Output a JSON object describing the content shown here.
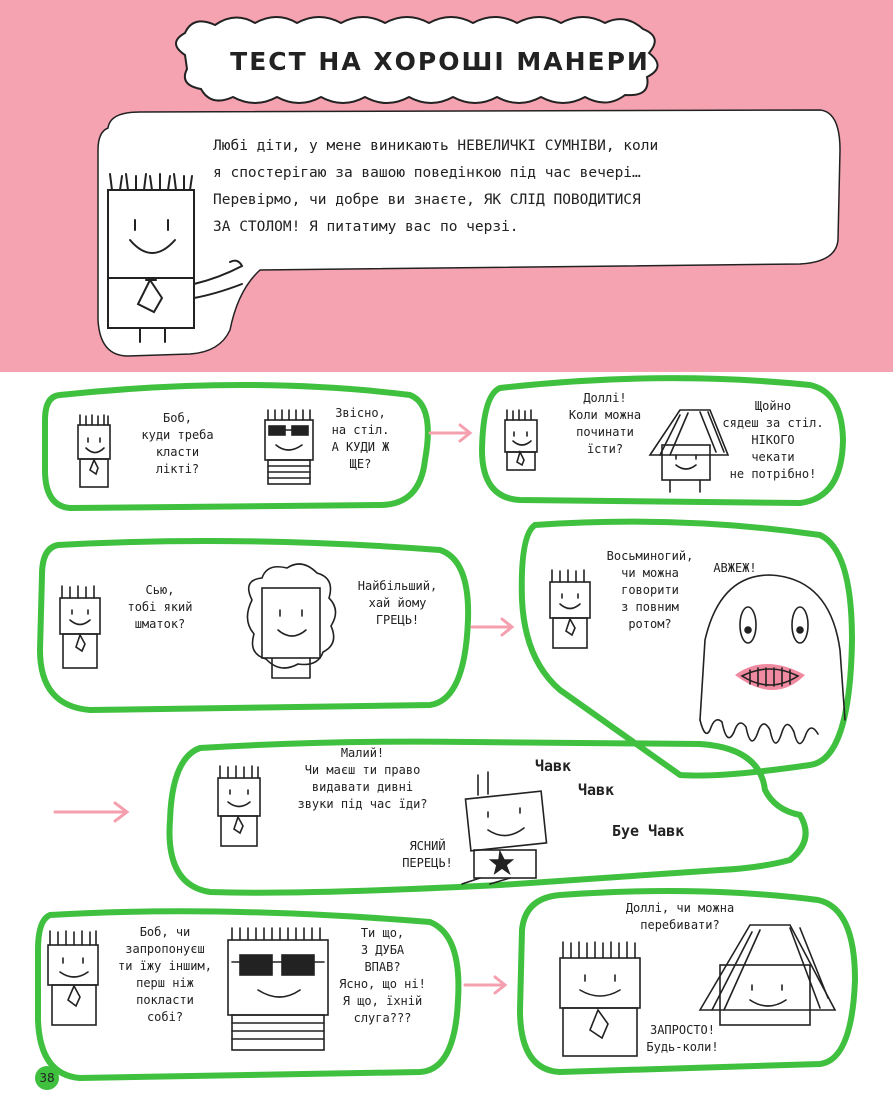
{
  "title": "ТЕСТ НА ХОРОШІ МАНЕРИ",
  "intro": "Любі діти, у мене виникають НЕВЕЛИЧКІ СУМНІВИ, коли\nя спостерігаю за вашою поведінкою під час вечері…\nПеревірмо, чи добре ви знаєте, ЯК СЛІД ПОВОДИТИСЯ\nЗА СТОЛОМ! Я питатиму вас по черзі.",
  "panels": {
    "p1": {
      "question": "Боб,\nкуди треба\nкласти\nлікті?",
      "answer": "Звісно,\nна стіл.\nА КУДИ Ж\nЩЕ?"
    },
    "p2": {
      "question": "Доллі!\nКоли можна\nпочинати\nїсти?",
      "answer": "Щойно\nсядеш за стіл.\nНІКОГО\nчекати\nне потрібно!"
    },
    "p3": {
      "question": "Сью,\nтобі який\nшматок?",
      "answer": "Найбільший,\nхай йому\nГРЕЦЬ!"
    },
    "p4": {
      "question": "Восьминогий,\nчи можна\nговорити\nз повним\nротом?",
      "answer": "АВЖЕЖ!"
    },
    "p5": {
      "question": "Малий!\nЧи маєш ти право\nвидавати дивні\nзвуки під час їди?",
      "answer": "ЯСНИЙ\nПЕРЕЦЬ!",
      "sfx": [
        "Чавк",
        "Чавк",
        "Буе Чавк"
      ]
    },
    "p6": {
      "question": "Боб, чи\nзапропонуєш\nти їжу іншим,\nперш ніж\nпокласти\nсобі?",
      "answer": "Ти що,\nЗ ДУБА\nВПАВ?\nЯсно, що ні!\nЯ що, їхній\nслуга???"
    },
    "p7": {
      "question": "Доллі, чи можна\nперебивати?",
      "answer": "ЗАПРОСТО!\nБудь-коли!"
    }
  },
  "page_number": "38",
  "colors": {
    "background_top": "#f6a3b1",
    "bubble_outline": "#3fc03f",
    "arrow": "#f4a0ae",
    "ink": "#222222",
    "lips": "#f08aa0"
  }
}
